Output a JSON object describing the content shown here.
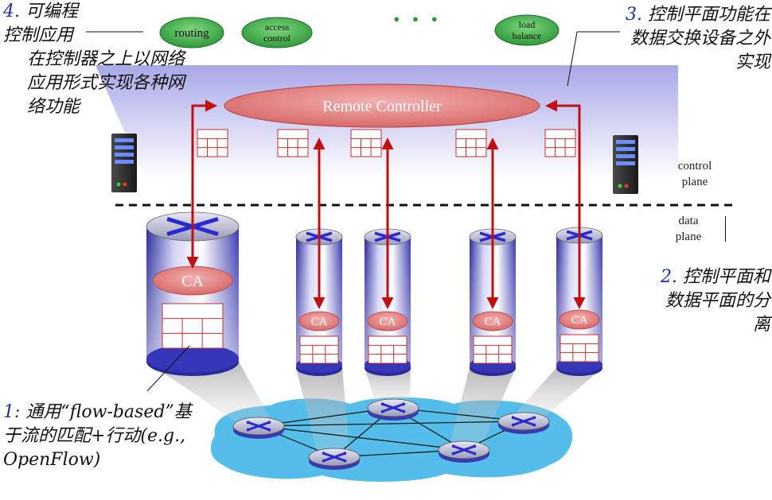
{
  "apps": [
    "routing",
    "access control",
    "load balance"
  ],
  "apps_ellipsis": "• • •",
  "controller_label": "Remote Controller",
  "ca_label": "CA",
  "control_plane_label": "control plane",
  "data_plane_label": "data plane",
  "note4": {
    "num": "4.",
    "text": " 可编程控制应用",
    "sub": "在控制器之上以网络应用形式实现各种网络功能"
  },
  "note3": {
    "num": "3.",
    "text": " 控制平面功能在数据交换设备之外实现"
  },
  "note2": {
    "num": "2.",
    "text": " 控制平面和数据平面的分离"
  },
  "note1": {
    "num": "1:",
    "text": " 通用“flow-based”基于流的匹配+行动(e.g., OpenFlow)"
  },
  "colors": {
    "accent": "#1a2ea0",
    "controller": "#e08a8a",
    "app": "#2f9a3a",
    "plane": "#c9c9f0",
    "arrow": "#c01010",
    "cloud": "#41b6e8"
  }
}
